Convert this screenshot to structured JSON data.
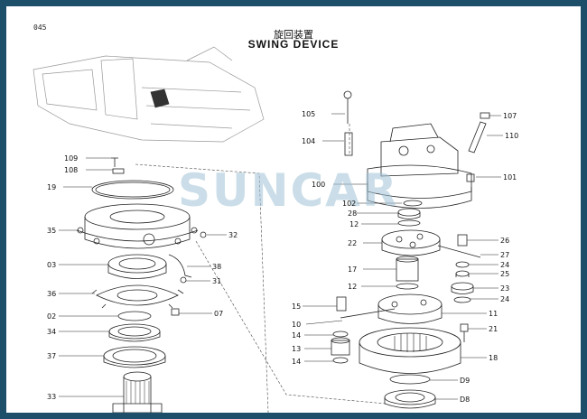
{
  "header": {
    "page_number": "045",
    "title_cn": "旋回装置",
    "title_en": "SWING DEVICE"
  },
  "watermark": "SUNCAR",
  "colors": {
    "frame": "#1d4f6b",
    "paper": "#ffffff",
    "line": "#222222",
    "watermark": "#9fc3d6"
  },
  "parts": [
    {
      "key": "p105",
      "label": "105"
    },
    {
      "key": "p107",
      "label": "107"
    },
    {
      "key": "p104",
      "label": "104"
    },
    {
      "key": "p110",
      "label": "110"
    },
    {
      "key": "p109",
      "label": "109"
    },
    {
      "key": "p108",
      "label": "108"
    },
    {
      "key": "p101",
      "label": "101"
    },
    {
      "key": "p19",
      "label": "19"
    },
    {
      "key": "p100",
      "label": "100"
    },
    {
      "key": "p102",
      "label": "102"
    },
    {
      "key": "p28",
      "label": "28"
    },
    {
      "key": "p35",
      "label": "35"
    },
    {
      "key": "p12a",
      "label": "12"
    },
    {
      "key": "p32",
      "label": "32"
    },
    {
      "key": "p22",
      "label": "22"
    },
    {
      "key": "p26",
      "label": "26"
    },
    {
      "key": "p27",
      "label": "27"
    },
    {
      "key": "p03",
      "label": "03"
    },
    {
      "key": "p38",
      "label": "38"
    },
    {
      "key": "p24a",
      "label": "24"
    },
    {
      "key": "p17",
      "label": "17"
    },
    {
      "key": "p25",
      "label": "25"
    },
    {
      "key": "p31",
      "label": "31"
    },
    {
      "key": "p36",
      "label": "36"
    },
    {
      "key": "p12b",
      "label": "12"
    },
    {
      "key": "p23",
      "label": "23"
    },
    {
      "key": "p24b",
      "label": "24"
    },
    {
      "key": "p15",
      "label": "15"
    },
    {
      "key": "p02",
      "label": "02"
    },
    {
      "key": "p07",
      "label": "07"
    },
    {
      "key": "p11",
      "label": "11"
    },
    {
      "key": "p10",
      "label": "10"
    },
    {
      "key": "p34",
      "label": "34"
    },
    {
      "key": "p14a",
      "label": "14"
    },
    {
      "key": "p21",
      "label": "21"
    },
    {
      "key": "p13",
      "label": "13"
    },
    {
      "key": "p37",
      "label": "37"
    },
    {
      "key": "p14b",
      "label": "14"
    },
    {
      "key": "p18",
      "label": "18"
    },
    {
      "key": "pD9",
      "label": "D9"
    },
    {
      "key": "p33",
      "label": "33"
    },
    {
      "key": "pD8",
      "label": "D8"
    }
  ]
}
